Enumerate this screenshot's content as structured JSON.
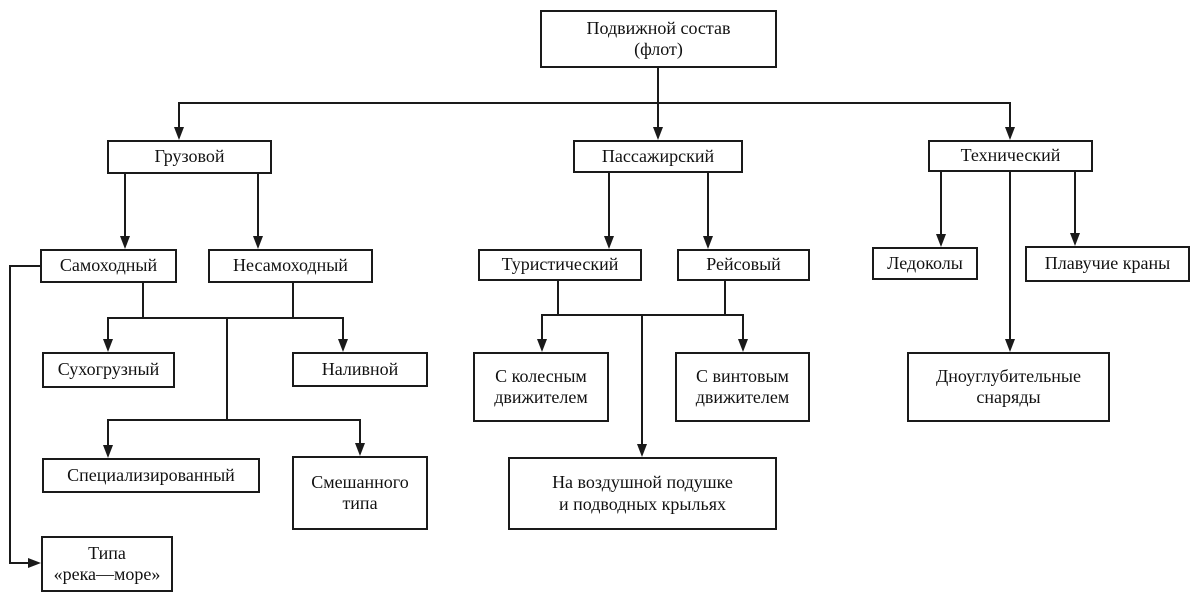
{
  "diagram_title": "Подвижной состав (флот)",
  "colors": {
    "background": "#ffffff",
    "line": "#1a1a1a",
    "box_border": "#1a1a1a",
    "text": "#111111"
  },
  "nodes": {
    "root": {
      "lines": [
        "Подвижной состав",
        "(флот)"
      ]
    },
    "gruzovoy": {
      "lines": [
        "Грузовой"
      ]
    },
    "passazhirsky": {
      "lines": [
        "Пассажирский"
      ]
    },
    "tekhnichesky": {
      "lines": [
        "Технический"
      ]
    },
    "samokhodny": {
      "lines": [
        "Самоходный"
      ]
    },
    "nesamokhodny": {
      "lines": [
        "Несамоходный"
      ]
    },
    "turistichesky": {
      "lines": [
        "Туристический"
      ]
    },
    "reysovy": {
      "lines": [
        "Рейсовый"
      ]
    },
    "ledokoly": {
      "lines": [
        "Ледоколы"
      ]
    },
    "plavuchie_krany": {
      "lines": [
        "Плавучие краны"
      ]
    },
    "sukhogruzny": {
      "lines": [
        "Сухогрузный"
      ]
    },
    "nalivnoy": {
      "lines": [
        "Наливной"
      ]
    },
    "spetsializirovanny": {
      "lines": [
        "Специализированный"
      ]
    },
    "smeshannogo_tipa": {
      "lines": [
        "Смешанного",
        "типа"
      ]
    },
    "tipa_reka_more": {
      "lines": [
        "Типа",
        "«река—море»"
      ]
    },
    "s_kolesnym": {
      "lines": [
        "С колесным",
        "движителем"
      ]
    },
    "s_vintovym": {
      "lines": [
        "С винтовым",
        "движителем"
      ]
    },
    "na_vozdushnoy": {
      "lines": [
        "На воздушной подушке",
        "и подводных крыльях"
      ]
    },
    "dnouglubitelnye": {
      "lines": [
        "Дноуглубительные",
        "снаряды"
      ]
    }
  },
  "edges": [
    {
      "from": [
        "root"
      ],
      "to": "gruzovoy"
    },
    {
      "from": [
        "root"
      ],
      "to": "passazhirsky"
    },
    {
      "from": [
        "root"
      ],
      "to": "tekhnichesky"
    },
    {
      "from": [
        "gruzovoy"
      ],
      "to": "samokhodny"
    },
    {
      "from": [
        "gruzovoy"
      ],
      "to": "nesamokhodny"
    },
    {
      "from": [
        "samokhodny",
        "nesamokhodny"
      ],
      "to": "sukhogruzny"
    },
    {
      "from": [
        "samokhodny",
        "nesamokhodny"
      ],
      "to": "nalivnoy"
    },
    {
      "from": [
        "samokhodny",
        "nesamokhodny"
      ],
      "to": "spetsializirovanny"
    },
    {
      "from": [
        "samokhodny",
        "nesamokhodny"
      ],
      "to": "smeshannogo_tipa"
    },
    {
      "from": [
        "samokhodny"
      ],
      "to": "tipa_reka_more"
    },
    {
      "from": [
        "passazhirsky"
      ],
      "to": "turistichesky"
    },
    {
      "from": [
        "passazhirsky"
      ],
      "to": "reysovy"
    },
    {
      "from": [
        "turistichesky",
        "reysovy"
      ],
      "to": "s_kolesnym"
    },
    {
      "from": [
        "turistichesky",
        "reysovy"
      ],
      "to": "s_vintovym"
    },
    {
      "from": [
        "turistichesky",
        "reysovy"
      ],
      "to": "na_vozdushnoy"
    },
    {
      "from": [
        "tekhnichesky"
      ],
      "to": "ledokoly"
    },
    {
      "from": [
        "tekhnichesky"
      ],
      "to": "plavuchie_krany"
    },
    {
      "from": [
        "tekhnichesky"
      ],
      "to": "dnouglubitelnye"
    }
  ]
}
